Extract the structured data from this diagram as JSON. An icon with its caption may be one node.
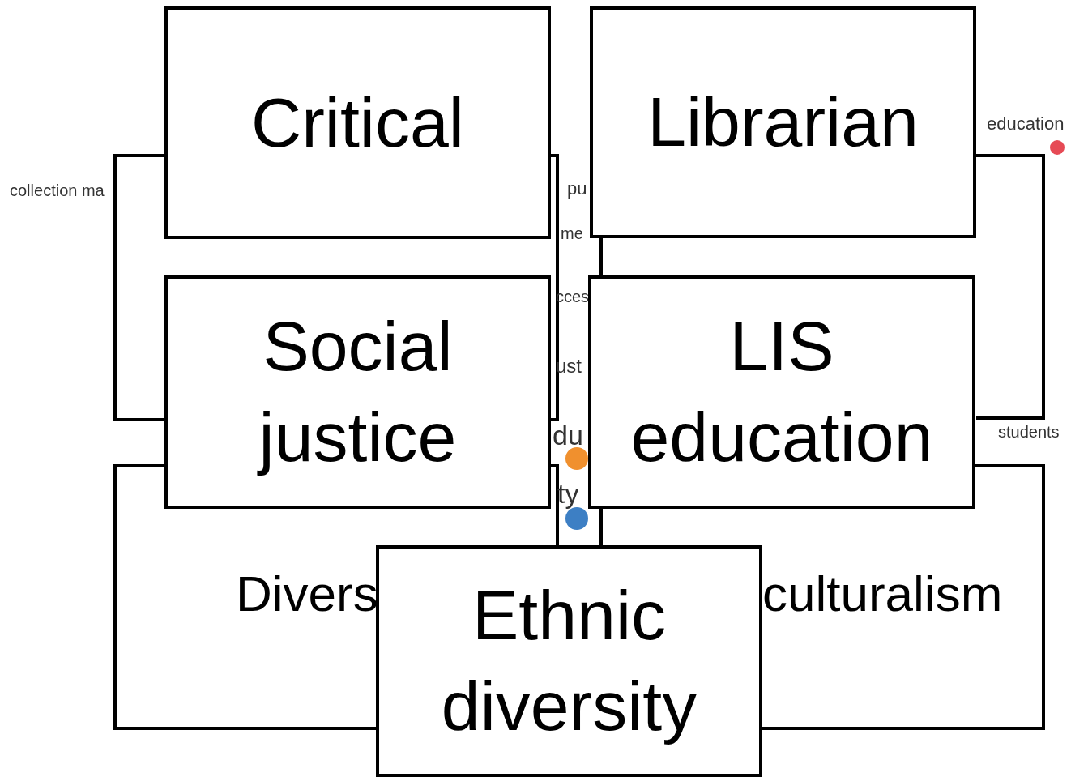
{
  "diagram": {
    "nodes": [
      {
        "text": [
          "Critical"
        ]
      },
      {
        "text": [
          "Librarian"
        ]
      },
      {
        "text": [],
        "shape": "box"
      },
      {
        "text": [],
        "shape": "box"
      },
      {
        "text": [
          "Social justice"
        ]
      },
      {
        "text": [
          "LIS education"
        ]
      },
      {
        "text": [
          "Divers"
        ]
      },
      {
        "text": [
          "culturalism"
        ]
      },
      {
        "text": [
          "Ethnic diversity"
        ]
      }
    ],
    "edges": [],
    "labels": [
      "collection ma",
      "education",
      "pu",
      "me",
      "cces",
      "ust",
      "du",
      "ty",
      "students"
    ]
  }
}
